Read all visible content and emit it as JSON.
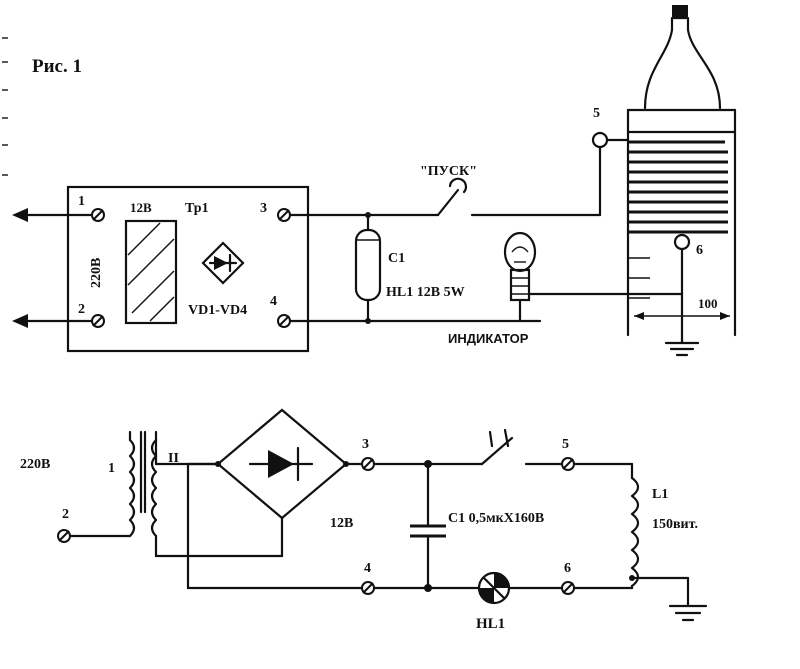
{
  "top_diagram": {
    "title": "Рис. 1",
    "pin_1": "1",
    "pin_2": "2",
    "pin_3": "3",
    "pin_4": "4",
    "pin_5": "5",
    "pin_6": "6",
    "voltage_in": "220В",
    "voltage_sec": "12В",
    "transformer": "Тр1",
    "rectifier": "VD1-VD4",
    "button": "\"ПУСК\"",
    "capacitor": "С1",
    "lamp": "HL1  12В 5W",
    "indicator": "ИНДИКАТОР",
    "dimension": "100"
  },
  "bottom_diagram": {
    "voltage_in": "220В",
    "winding_1": "1",
    "winding_2": "II",
    "pin_2": "2",
    "pin_3": "3",
    "pin_4": "4",
    "pin_5": "5",
    "pin_6": "6",
    "voltage_sec": "12В",
    "capacitor": "С1  0,5мкХ160В",
    "coil_name": "L1",
    "coil_turns": "150вит.",
    "lamp": "HL1"
  }
}
